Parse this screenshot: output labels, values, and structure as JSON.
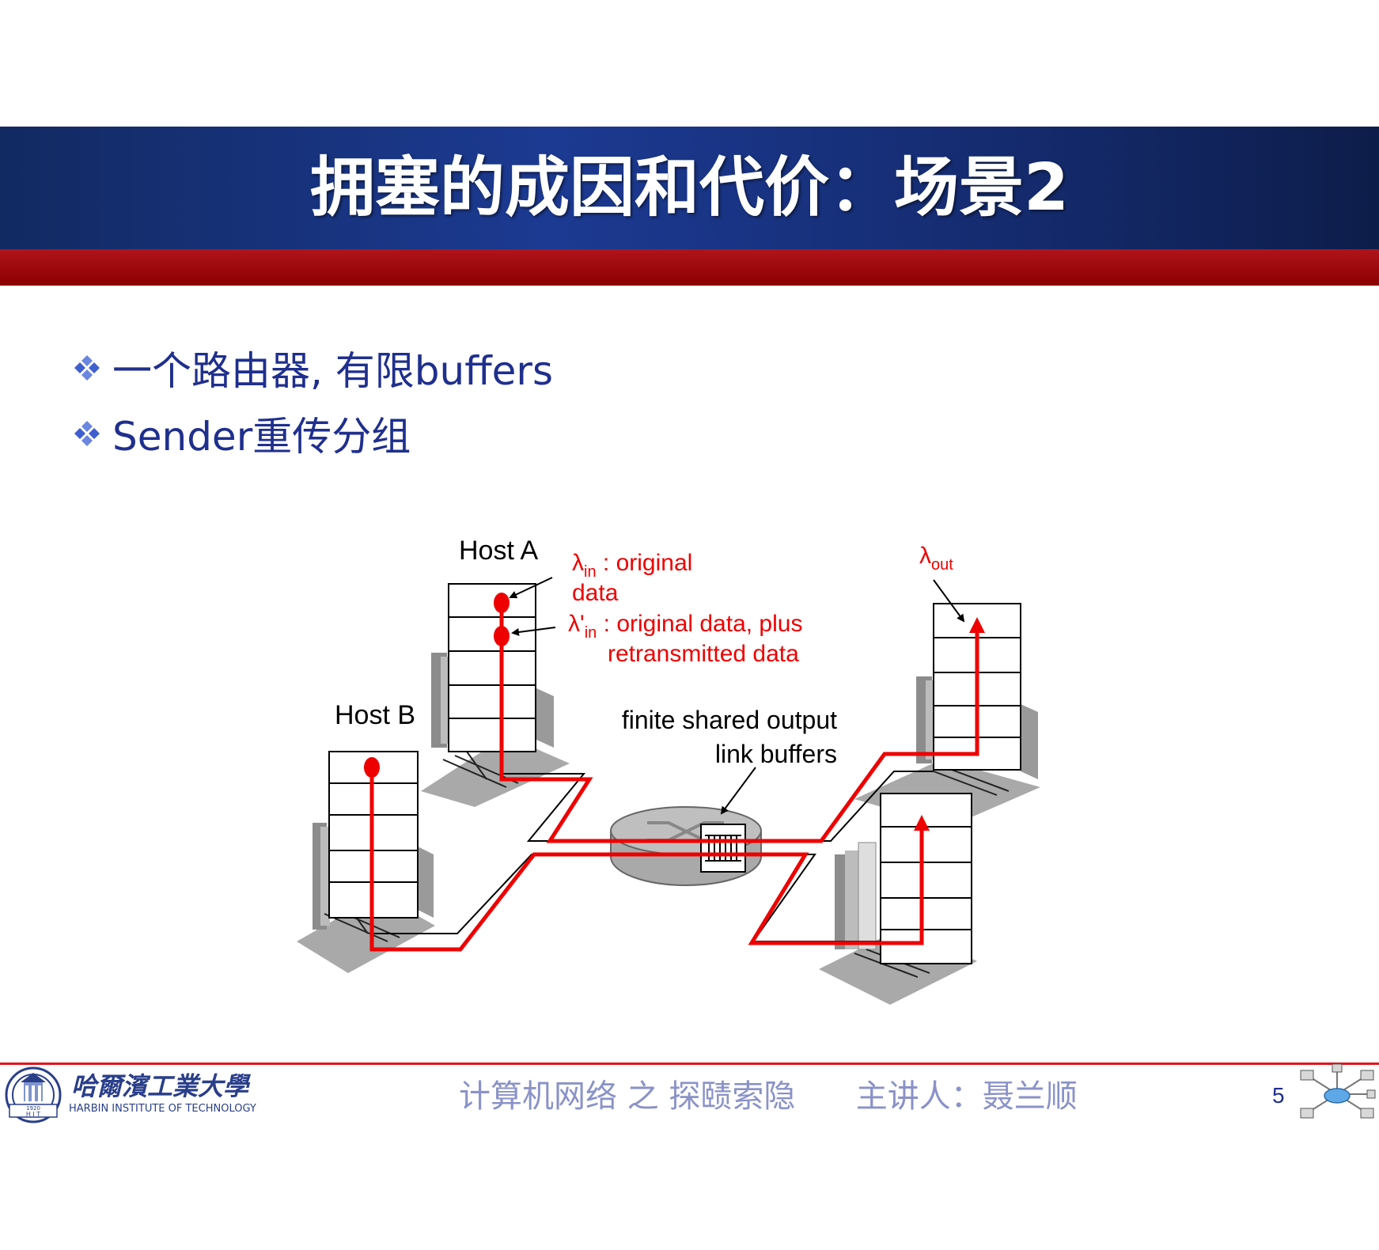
{
  "slide": {
    "title": "拥塞的成因和代价：场景2",
    "bullets": [
      {
        "text": "一个路由器, 有限buffers"
      },
      {
        "text": "Sender重传分组"
      }
    ]
  },
  "diagram": {
    "host_a": "Host A",
    "host_b": "Host B",
    "lambda_in_symbol": "λ",
    "lambda_in_sub": "in",
    "lambda_in_desc_1": " : original",
    "lambda_in_desc_2": "data",
    "lambda_in_prime_symbol": "λ'",
    "lambda_in_prime_sub": "in",
    "lambda_in_prime_desc_1": " : original data, plus",
    "lambda_in_prime_desc_2": "retransmitted data",
    "lambda_out_symbol": "λ",
    "lambda_out_sub": "out",
    "buffer_label_1": "finite shared output",
    "buffer_label_2": "link buffers"
  },
  "footer": {
    "university_cn": "哈爾濱工業大學",
    "university_en": "HARBIN INSTITUTE OF TECHNOLOGY",
    "logo_year": "1920",
    "logo_initials": "H I T",
    "course": "计算机网络 之 探赜索隐      主讲人：聂兰顺",
    "page_number": "5"
  },
  "colors": {
    "title_blue": "#1c3a92",
    "band_red": "#9a0000",
    "bullet_text": "#1f2f8e",
    "flow_red": "#ee0000",
    "footer_text": "#8a92c8"
  }
}
